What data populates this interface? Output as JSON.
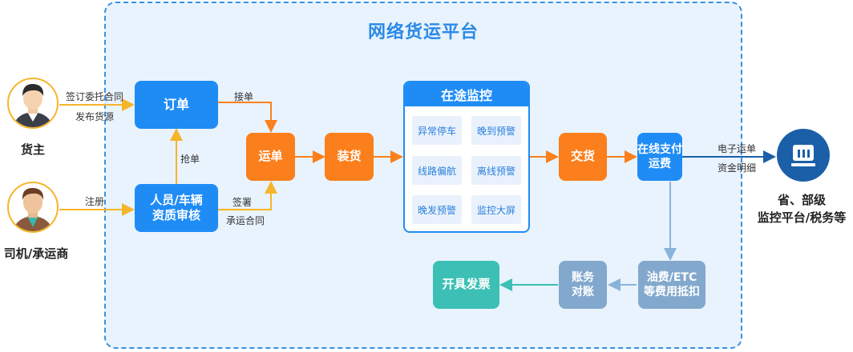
{
  "title": "网络货运平台",
  "actors": {
    "shipper": "货主",
    "carrier": "司机/承运商",
    "authority_line1": "省、部级",
    "authority_line2": "监控平台/税务等"
  },
  "nodes": {
    "order": "订单",
    "qualification_line1": "人员/车辆",
    "qualification_line2": "资质审核",
    "waybill": "运单",
    "loading": "装货",
    "delivery": "交货",
    "payment_line1": "在线支付",
    "payment_line2": "运费",
    "fuel_line1": "油费/ETC",
    "fuel_line2": "等费用抵扣",
    "reconcile_line1": "账务",
    "reconcile_line2": "对账",
    "invoice": "开具发票"
  },
  "monitor": {
    "title": "在途监控",
    "items": [
      "异常停车",
      "晚到预警",
      "线路偏航",
      "离线预警",
      "晚发预警",
      "监控大屏"
    ]
  },
  "edge_labels": {
    "sign_contract": "签订委托合同",
    "publish_source": "发布货源",
    "register": "注册",
    "grab_order": "抢单",
    "accept_order": "接单",
    "sign": "签署",
    "carriage_contract": "承运合同",
    "e_waybill": "电子运单",
    "fund_detail": "资金明细"
  },
  "colors": {
    "primary_blue": "#1f8cf6",
    "orange": "#fb7f1c",
    "green": "#3cc0b5",
    "light_blue": "#83a8cd",
    "arrow_yellow": "#f6b52a",
    "arrow_orange": "#fb7f1c",
    "arrow_blue": "#1a5fa8",
    "arrow_light": "#8ab3da",
    "arrow_green": "#3cc0b5"
  },
  "icons": [
    "shipper-avatar-icon",
    "carrier-avatar-icon",
    "government-building-icon"
  ]
}
